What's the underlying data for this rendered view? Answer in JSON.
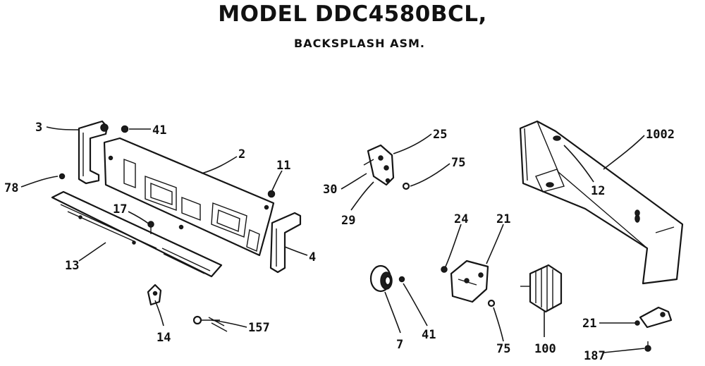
{
  "header": {
    "title": "MODEL DDC4580BCL,",
    "subtitle": "BACKSPLASH ASM."
  },
  "callouts": [
    {
      "id": "c3",
      "label": "3"
    },
    {
      "id": "c41a",
      "label": "41"
    },
    {
      "id": "c2",
      "label": "2"
    },
    {
      "id": "c11",
      "label": "11"
    },
    {
      "id": "c78",
      "label": "78"
    },
    {
      "id": "c17",
      "label": "17"
    },
    {
      "id": "c13",
      "label": "13"
    },
    {
      "id": "c4",
      "label": "4"
    },
    {
      "id": "c14",
      "label": "14"
    },
    {
      "id": "c157",
      "label": "157"
    },
    {
      "id": "c25",
      "label": "25"
    },
    {
      "id": "c75a",
      "label": "75"
    },
    {
      "id": "c30",
      "label": "30"
    },
    {
      "id": "c29",
      "label": "29"
    },
    {
      "id": "c24",
      "label": "24"
    },
    {
      "id": "c21a",
      "label": "21"
    },
    {
      "id": "c7",
      "label": "7"
    },
    {
      "id": "c41b",
      "label": "41"
    },
    {
      "id": "c75b",
      "label": "75"
    },
    {
      "id": "c100",
      "label": "100"
    },
    {
      "id": "c1002",
      "label": "1002"
    },
    {
      "id": "c12",
      "label": "12"
    },
    {
      "id": "c21b",
      "label": "21"
    },
    {
      "id": "c187",
      "label": "187"
    }
  ]
}
